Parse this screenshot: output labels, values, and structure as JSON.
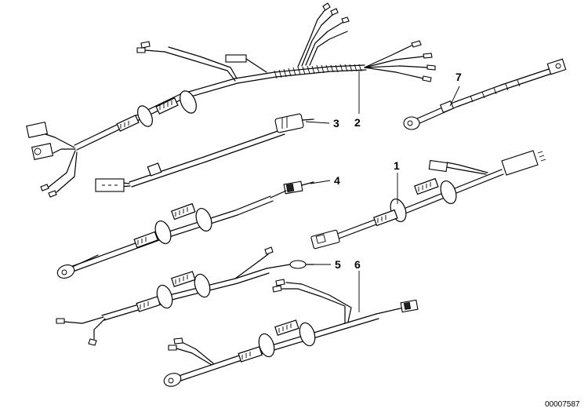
{
  "callouts": {
    "c1": "1",
    "c2": "2",
    "c3": "3",
    "c4": "4",
    "c5": "5",
    "c6": "6",
    "c7": "7"
  },
  "document_id": "00007587",
  "colors": {
    "line": "#000000",
    "background": "#ffffff"
  }
}
